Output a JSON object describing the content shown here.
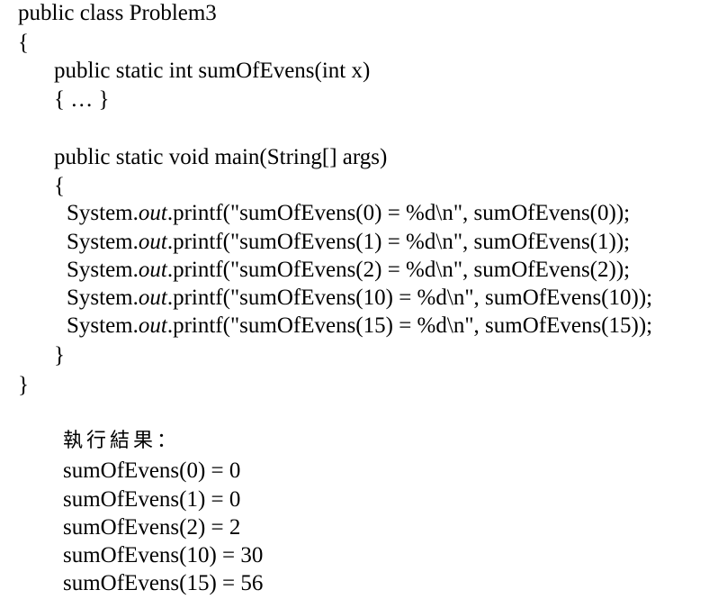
{
  "code": {
    "class_decl": "public class Problem3",
    "open_class": "{",
    "method_decl": "public static int sumOfEvens(int x)",
    "method_body": "{ … }",
    "main_decl": "public static void main(String[] args)",
    "open_main": "{",
    "print_lines": [
      {
        "prefix": "System.",
        "italic": "out",
        "suffix": ".printf(\"sumOfEvens(0) = %d\\n\", sumOfEvens(0));"
      },
      {
        "prefix": "System.",
        "italic": "out",
        "suffix": ".printf(\"sumOfEvens(1) = %d\\n\", sumOfEvens(1));"
      },
      {
        "prefix": "System.",
        "italic": "out",
        "suffix": ".printf(\"sumOfEvens(2) = %d\\n\", sumOfEvens(2));"
      },
      {
        "prefix": "System.",
        "italic": "out",
        "suffix": ".printf(\"sumOfEvens(10) = %d\\n\", sumOfEvens(10));"
      },
      {
        "prefix": "System.",
        "italic": "out",
        "suffix": ".printf(\"sumOfEvens(15) = %d\\n\", sumOfEvens(15));"
      }
    ],
    "close_main": "}",
    "close_class": "}"
  },
  "output": {
    "heading": "執行結果：",
    "lines": [
      "sumOfEvens(0) = 0",
      "sumOfEvens(1) = 0",
      "sumOfEvens(2) = 2",
      "sumOfEvens(10) = 30",
      "sumOfEvens(15) = 56"
    ]
  }
}
